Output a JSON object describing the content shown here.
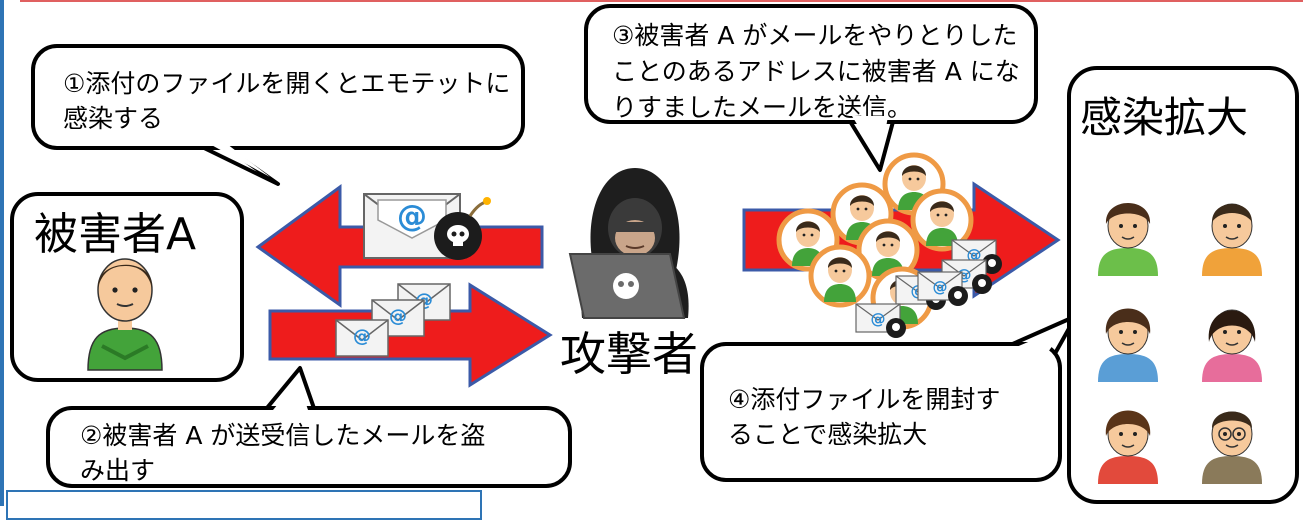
{
  "callouts": {
    "step1": [
      "①添付のファイルを開くとエモテットに",
      "感染する"
    ],
    "step2": [
      "②被害者 A が送受信したメールを盗",
      "み出す"
    ],
    "step3": [
      "③被害者 A がメールをやりとりした",
      "ことのあるアドレスに被害者 A にな",
      "りすましたメールを送信。"
    ],
    "step4": [
      "④添付ファイルを開封す",
      "ることで感染拡大"
    ]
  },
  "labels": {
    "victim": "被害者A",
    "attacker": "攻撃者",
    "spread": "感染拡大"
  },
  "colors": {
    "arrow_fill": "#ee1c1c",
    "arrow_stroke": "#3b5aa8",
    "bubble_border": "#000000",
    "frame_accent": "#2e74b5",
    "top_rule": "#e06060",
    "avatar_ring": "#ef9a45"
  },
  "icons": [
    "email-icon",
    "bomb-icon",
    "skull-icon",
    "hacker-icon",
    "person-icon",
    "laptop-icon"
  ]
}
